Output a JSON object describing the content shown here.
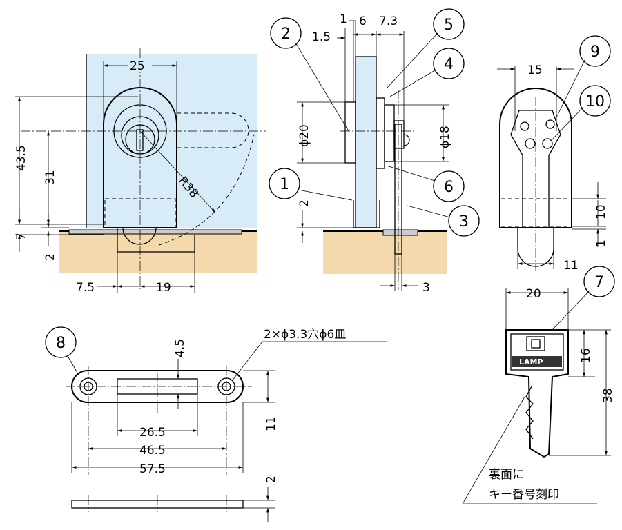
{
  "diagram": {
    "front_view": {
      "dims": {
        "width_25": "25",
        "height_43_5": "43.5",
        "height_31": "31",
        "height_7": "7",
        "height_2": "2",
        "radius": "R38",
        "offset_7_5": "7.5",
        "offset_19": "19"
      }
    },
    "side_view": {
      "dims": {
        "t1": "1",
        "t6": "6",
        "t7_3": "7.3",
        "t1_5": "1.5",
        "dia20": "ϕ20",
        "dia18": "ϕ18",
        "h2": "2",
        "w3": "3"
      },
      "balloons": {
        "b2": "2",
        "b5": "5",
        "b4": "4",
        "b1": "1",
        "b6": "6",
        "b3": "3"
      }
    },
    "back_view": {
      "dims": {
        "w15": "15",
        "h10": "10",
        "h1": "1",
        "w11": "11"
      },
      "balloons": {
        "b9": "9",
        "b10": "10"
      }
    },
    "plate": {
      "balloon": "8",
      "note": "2×ϕ3.3穴ϕ6皿",
      "dims": {
        "h4_5": "4.5",
        "w26_5": "26.5",
        "w46_5": "46.5",
        "w57_5": "57.5",
        "h11": "11",
        "t2": "2"
      }
    },
    "key": {
      "balloon": "7",
      "logo": "LAMP",
      "dims": {
        "w20": "20",
        "h16": "16",
        "h38": "38"
      },
      "note_line1": "裏面に",
      "note_line2": "キー番号刻印"
    }
  }
}
